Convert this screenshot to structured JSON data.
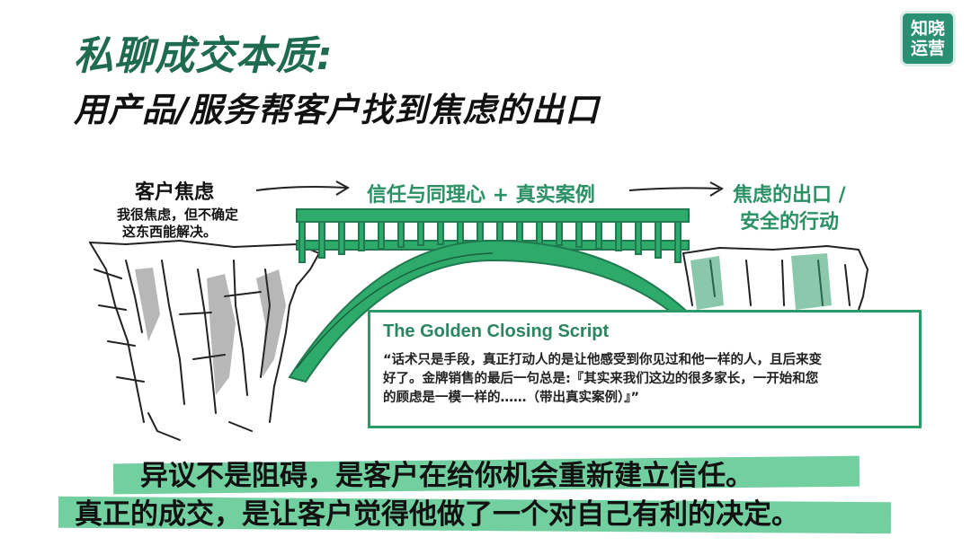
{
  "header": {
    "title": "私聊成交本质:",
    "subtitle": "用产品/服务帮客户找到焦虑的出口"
  },
  "logo": {
    "line1": "知晓",
    "line2": "运营"
  },
  "diagram": {
    "anxiety_heading": "客户焦虑",
    "anxiety_line1": "我很焦虑，但不确定",
    "anxiety_line2": "这东西能解决。",
    "bridge_label": "信任与同理心 + 真实案例",
    "exit_line1": "焦虑的出口 /",
    "exit_line2": "安全的行动"
  },
  "quote": {
    "title": "The Golden Closing Script",
    "line1": "“话术只是手段，真正打动人的是让他感受到你见过和他一样的人，且后来变",
    "line2": "好了。金牌销售的最后一句总是:『其实来我们这边的很多家长，一开始和您",
    "line3": "的顾虑是一模一样的……（带出真实案例）』”"
  },
  "bottom": {
    "line1": "异议不是阻碍，是客户在给你机会重新建立信任。",
    "line2": "真正的成交，是让客户觉得他做了一个对自己有利的决定。"
  },
  "colors": {
    "title_green": "#1f6b4f",
    "bridge_green": "#2b9a68",
    "highlight_green": "#59c88f",
    "logo_bg": "#2a8f73"
  }
}
